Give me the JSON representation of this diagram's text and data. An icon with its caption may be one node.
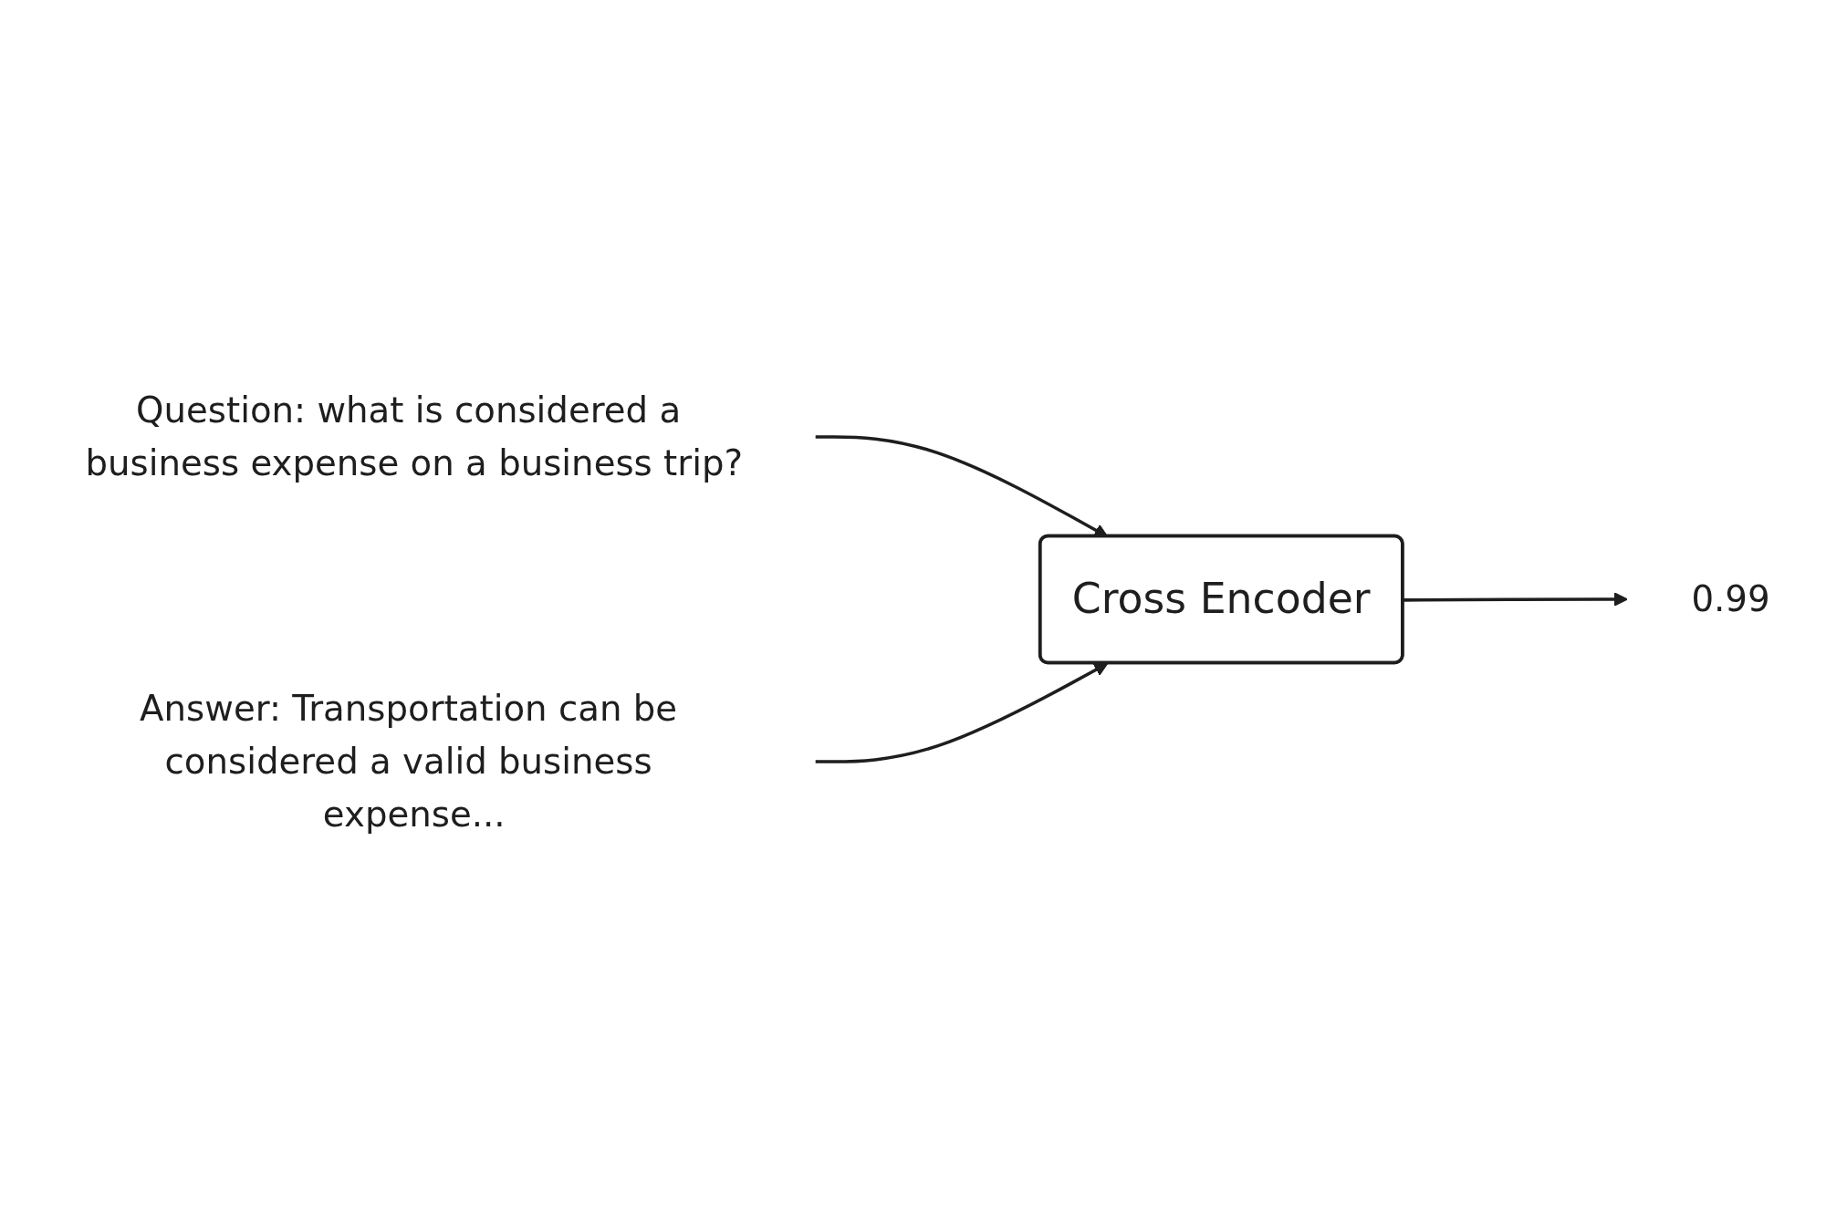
{
  "diagram": {
    "nodes": [
      {
        "text": [
          "Question: what is considered a business expense on a business trip?"
        ]
      },
      {
        "text": [
          "Answer: Transportation can be considered a valid business expense..."
        ]
      },
      {
        "text": [
          "Cross Encoder"
        ]
      },
      {
        "text": [
          "0.99"
        ]
      }
    ],
    "edges": [
      {
        "from": 0,
        "to": 2,
        "arrow": "to"
      },
      {
        "from": 1,
        "to": 2,
        "arrow": "to"
      },
      {
        "from": 2,
        "to": 3,
        "arrow": "to"
      }
    ]
  }
}
